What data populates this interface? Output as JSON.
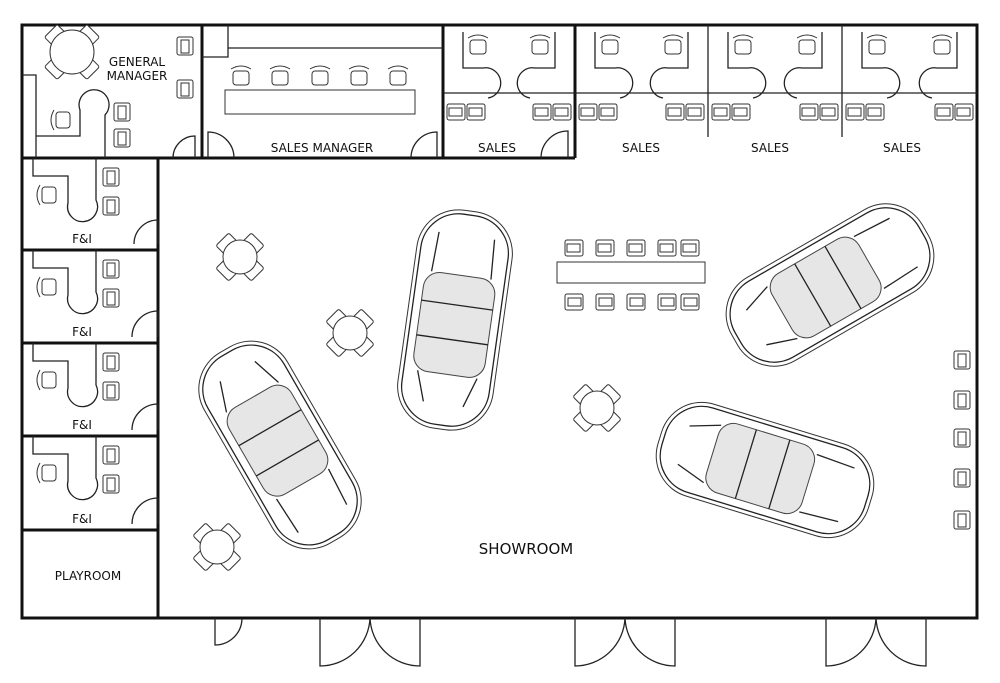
{
  "rooms": {
    "general_manager": [
      "GENERAL",
      "MANAGER"
    ],
    "sales_manager": "SALES MANAGER",
    "sales": [
      "SALES",
      "SALES",
      "SALES",
      "SALES"
    ],
    "fi": [
      "F&I",
      "F&I",
      "F&I",
      "F&I"
    ],
    "playroom": "PLAYROOM",
    "showroom": "SHOWROOM"
  },
  "colors": {
    "wall": "#111111",
    "car_glass": "#e6e6e6"
  }
}
